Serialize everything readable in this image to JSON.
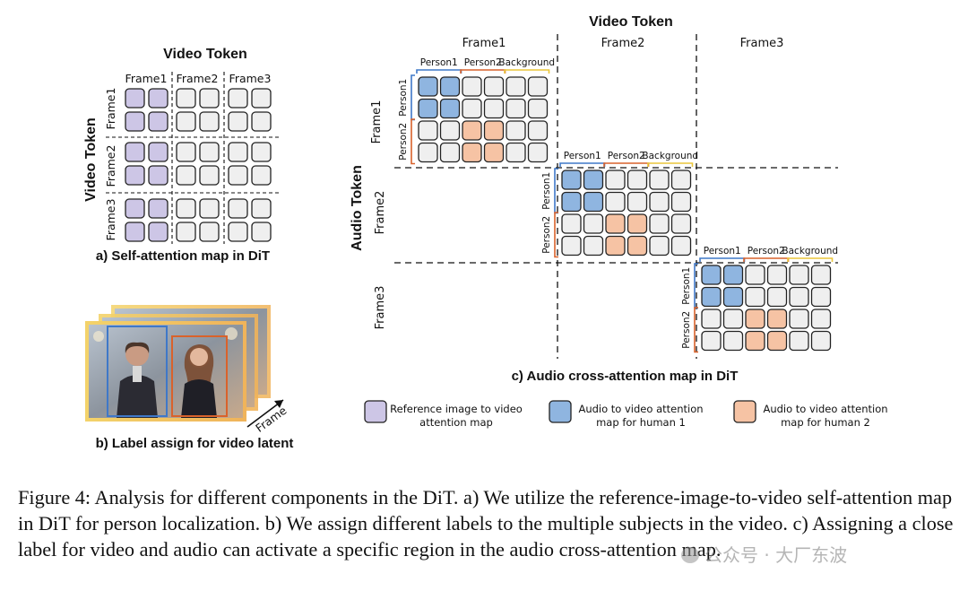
{
  "self_attention": {
    "title": "Video Token",
    "side_label": "Video Token",
    "col_labels": [
      "Frame1",
      "Frame2",
      "Frame3"
    ],
    "row_labels": [
      "Frame1",
      "Frame2",
      "Frame3"
    ],
    "caption": "a) Self-attention map in DiT"
  },
  "label_assign": {
    "axis_label": "Frame",
    "caption": "b) Label assign for video latent"
  },
  "cross_attention": {
    "title": "Video Token",
    "side_label": "Audio Token",
    "col_labels": [
      "Frame1",
      "Frame2",
      "Frame3"
    ],
    "row_labels": [
      "Frame1",
      "Frame2",
      "Frame3"
    ],
    "group_labels": [
      "Person1",
      "Person2",
      "Background"
    ],
    "person_row_labels": [
      "Person1",
      "Person2"
    ],
    "caption": "c) Audio cross-attention map in DiT"
  },
  "legend": [
    {
      "text": "Reference image to video\nattention map",
      "color": "#cdc6e6"
    },
    {
      "text": "Audio to video attention\nmap for human 1",
      "color": "#8fb5e0"
    },
    {
      "text": "Audio to video attention\nmap for human 2",
      "color": "#f6c3a4"
    }
  ],
  "colors": {
    "purple": "#cdc6e6",
    "blue": "#8fb5e0",
    "orange": "#f6c3a4",
    "empty": "#efefef",
    "person1_bracket": "#3f78c8",
    "person2_bracket": "#d9622b",
    "background_bracket": "#eac53a"
  },
  "figure_caption": "Figure 4: Analysis for different components in the DiT. a) We utilize the reference-image-to-video self-attention map in DiT for person localization. b) We assign different labels to the multiple subjects in the video. c) Assigning a close label for video and audio can activate a specific region in the audio cross-attention map.",
  "watermark": "公众号 · 大厂东波"
}
